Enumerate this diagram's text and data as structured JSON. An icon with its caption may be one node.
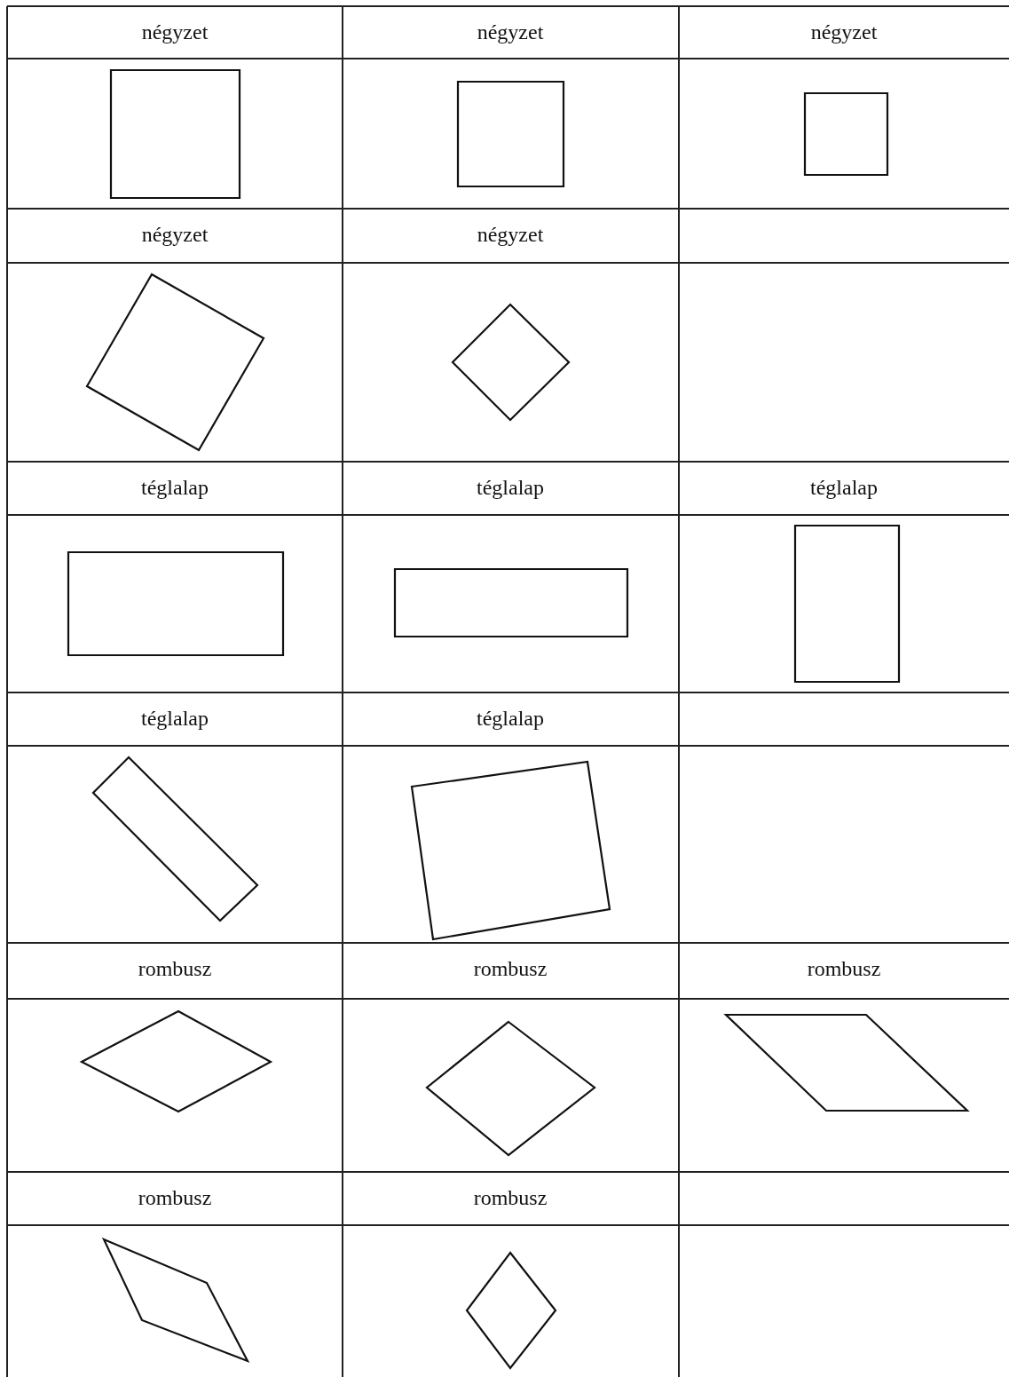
{
  "diagram": {
    "labels": [
      "négyzet",
      "négyzet",
      "négyzet",
      "négyzet",
      "négyzet",
      "téglalap",
      "téglalap",
      "téglalap",
      "téglalap",
      "téglalap",
      "rombusz",
      "rombusz",
      "rombusz",
      "rombusz",
      "rombusz"
    ]
  }
}
